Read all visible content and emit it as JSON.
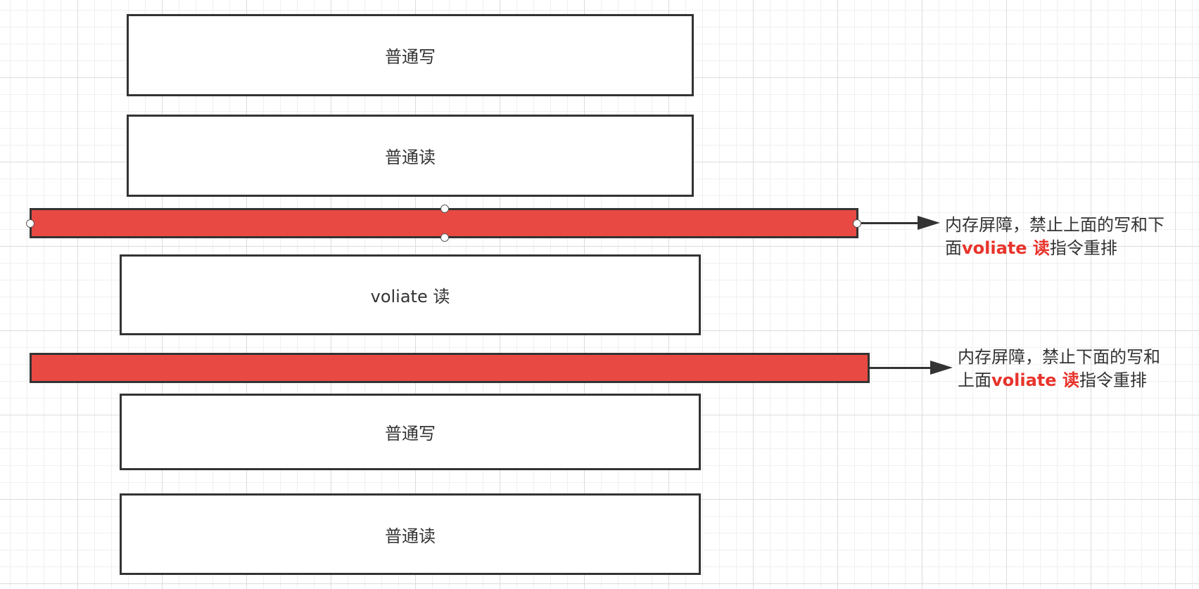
{
  "diagram": {
    "boxes": [
      {
        "label": "普通写"
      },
      {
        "label": "普通读"
      },
      {
        "label": "voliate 读"
      },
      {
        "label": "普通写"
      },
      {
        "label": "普通读"
      }
    ],
    "barrier_color": "#e84a43",
    "highlight_color": "#e8332b",
    "notes": [
      {
        "line1": "内存屏障，禁止上面的写和下",
        "line2_prefix": "面",
        "line2_highlight": "voliate 读",
        "line2_suffix": "指令重排"
      },
      {
        "line1": "内存屏障，禁止下面的写和",
        "line2_prefix": "上面",
        "line2_highlight": "voliate 读",
        "line2_suffix": "指令重排"
      }
    ]
  }
}
